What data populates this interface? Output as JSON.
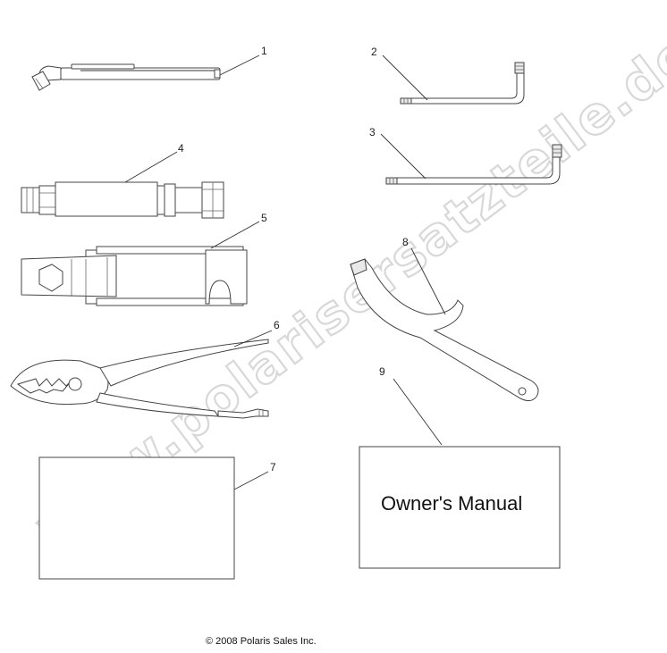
{
  "callouts": [
    "1",
    "2",
    "3",
    "4",
    "5",
    "6",
    "7",
    "8",
    "9"
  ],
  "manual_label": "Owner's Manual",
  "copyright": "© 2008 Polaris Sales Inc.",
  "watermark": "www.polarisersatzteile.de",
  "colors": {
    "line": "#444444",
    "watermark": "#d8d8d8",
    "background": "#ffffff"
  }
}
